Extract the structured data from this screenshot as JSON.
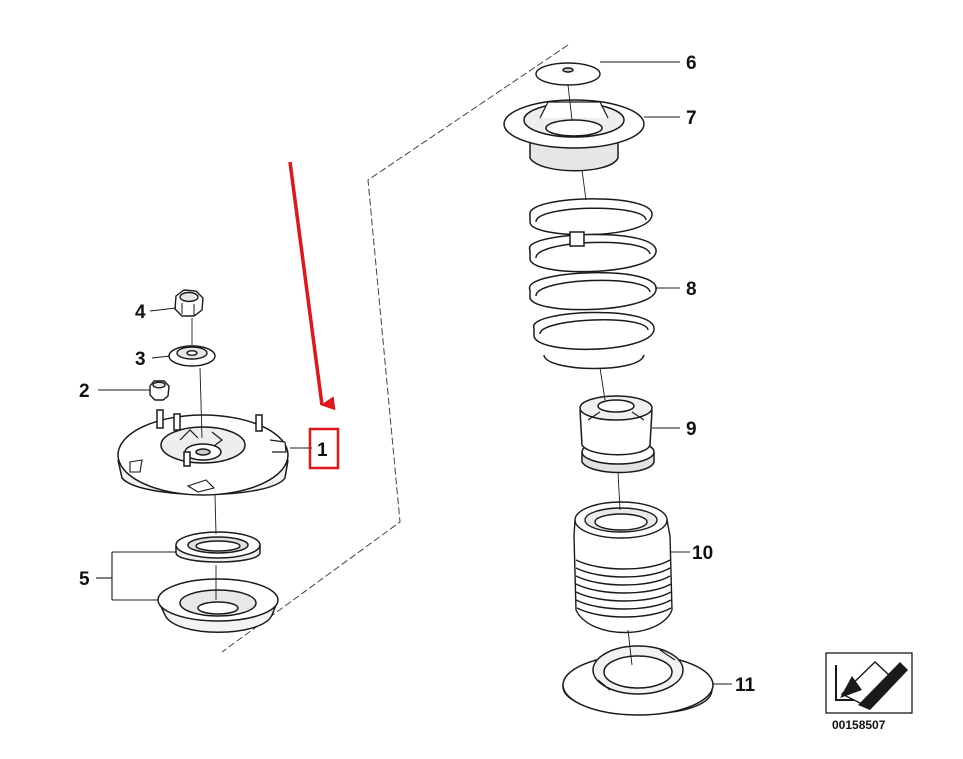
{
  "callouts": {
    "c1": "1",
    "c2": "2",
    "c3": "3",
    "c4": "4",
    "c5": "5",
    "c6": "6",
    "c7": "7",
    "c8": "8",
    "c9": "9",
    "c10": "10",
    "c11": "11"
  },
  "diagram_code": "00158507",
  "colors": {
    "highlight": "#e0161b",
    "line": "#1a1a1a",
    "part_fill": "#ffffff",
    "part_shade": "#d9d9d9"
  },
  "icons": {
    "direction_symbol": "arrow-sign-icon"
  }
}
